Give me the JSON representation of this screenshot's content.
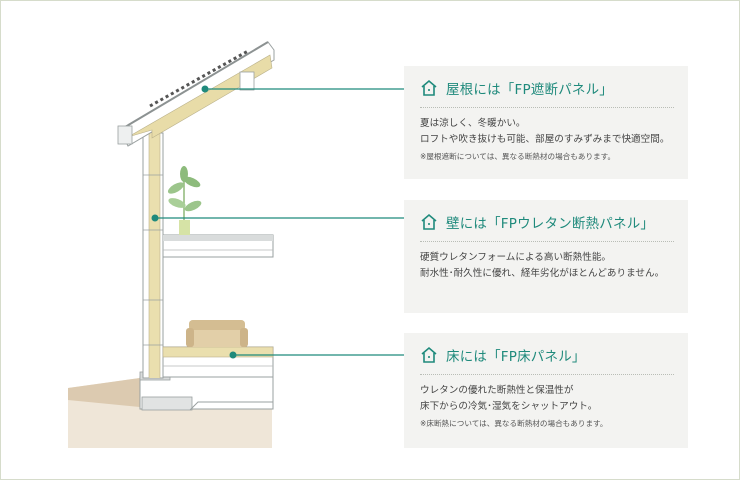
{
  "colors": {
    "accent": "#1f8a7c",
    "panel": "#e8dca8",
    "card_bg": "#f3f3f1"
  },
  "icons": {
    "card_icon": "house-icon"
  },
  "cards": [
    {
      "title": "屋根には「FP遮断パネル」",
      "lines": [
        "夏は涼しく、冬暖かい。",
        "ロフトや吹き抜けも可能、部屋のすみずみまで快適空間。"
      ],
      "note": "※屋根遮断については、異なる断熱材の場合もあります。"
    },
    {
      "title": "壁には「FPウレタン断熱パネル」",
      "lines": [
        "硬質ウレタンフォームによる高い断熱性能。",
        "耐水性･耐久性に優れ、経年劣化がほとんどありません。"
      ],
      "note": ""
    },
    {
      "title": "床には「FP床パネル」",
      "lines": [
        "ウレタンの優れた断熱性と保温性が",
        "床下からの冷気･湿気をシャットアウト。"
      ],
      "note": "※床断熱については、異なる断熱材の場合もあります。"
    }
  ]
}
